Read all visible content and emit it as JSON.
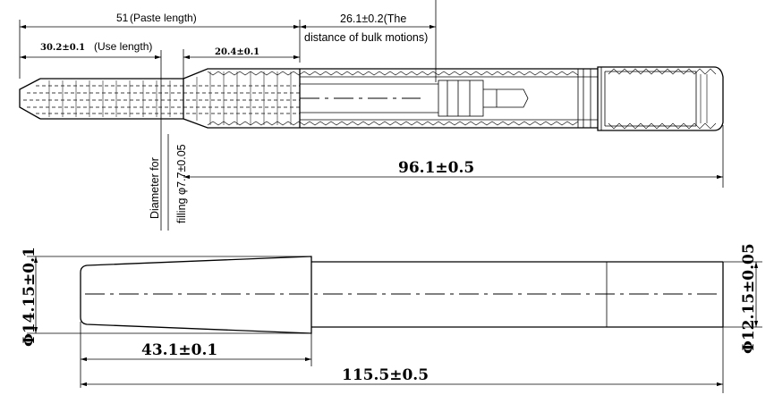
{
  "top_view": {
    "paste_length": {
      "value": "51",
      "caption": "(Paste length)"
    },
    "bulk_motion": {
      "line1": "26.1±0.2(The",
      "line2": "distance of bulk motions)"
    },
    "use_length": {
      "value": "30.2±0.1",
      "caption": "(Use length)"
    },
    "segment": "20.4±0.1",
    "filling_diameter": {
      "line1": "Diameter for",
      "line2": "filling φ7.7±0.05"
    },
    "overall": "96.1±0.5"
  },
  "bottom_view": {
    "left_diameter": "Φ14.15±0.1",
    "right_diameter": "Φ12.15±0.05",
    "cap_length": "43.1±0.1",
    "overall": "115.5±0.5"
  }
}
